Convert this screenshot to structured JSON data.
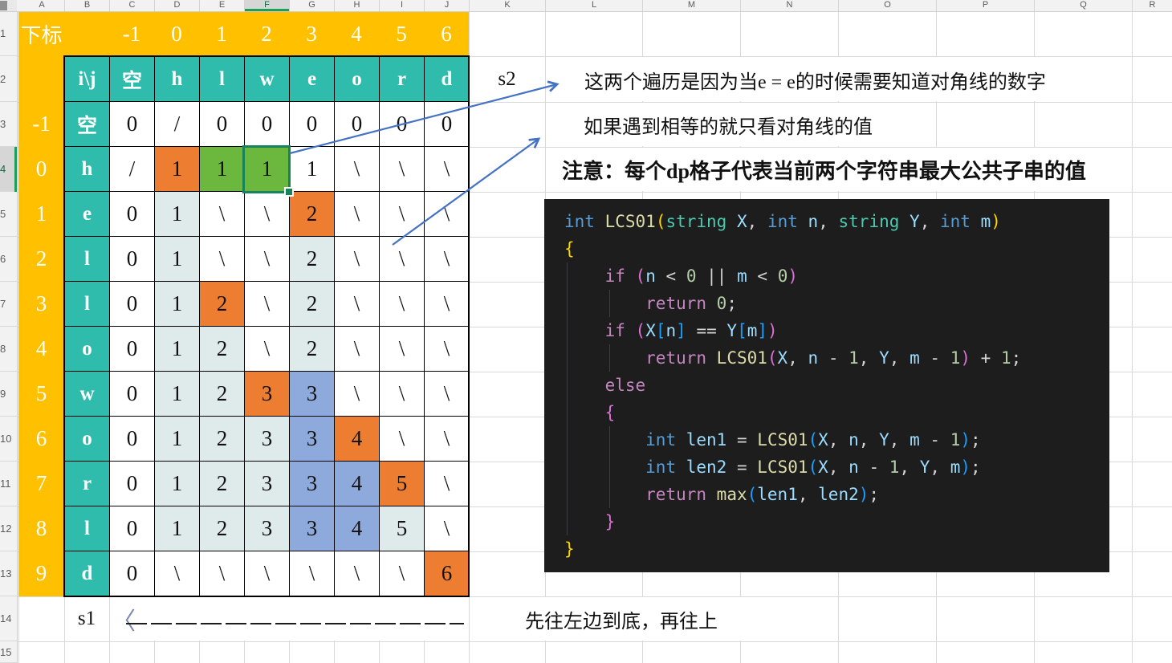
{
  "sheet": {
    "selected_cell": "F4",
    "column_headers": [
      "A",
      "B",
      "C",
      "D",
      "E",
      "F",
      "G",
      "H",
      "I",
      "J",
      "K",
      "L",
      "M",
      "N",
      "O",
      "P",
      "Q",
      "R"
    ],
    "selected_column": "F",
    "row_headers": [
      "1",
      "2",
      "3",
      "4",
      "5",
      "6",
      "7",
      "8",
      "9",
      "10",
      "11",
      "12",
      "13",
      "14",
      "15"
    ],
    "selected_row": "4"
  },
  "index_header": {
    "label": "下标",
    "values": [
      "-1",
      "0",
      "1",
      "2",
      "3",
      "4",
      "5",
      "6"
    ]
  },
  "index_column": [
    "-1",
    "0",
    "1",
    "2",
    "3",
    "4",
    "5",
    "6",
    "7",
    "8",
    "9"
  ],
  "dp_table": {
    "corner": "i\\j",
    "col_letters": [
      "空",
      "h",
      "l",
      "w",
      "e",
      "o",
      "r",
      "d"
    ],
    "rows": [
      {
        "letter": "空",
        "cells": [
          [
            "0",
            "w"
          ],
          [
            "/",
            "w"
          ],
          [
            "0",
            "w"
          ],
          [
            "0",
            "w"
          ],
          [
            "0",
            "w"
          ],
          [
            "0",
            "w"
          ],
          [
            "0",
            "w"
          ],
          [
            "0",
            "w"
          ]
        ]
      },
      {
        "letter": "h",
        "cells": [
          [
            "/",
            "w"
          ],
          [
            "1",
            "o"
          ],
          [
            "1",
            "g"
          ],
          [
            "1",
            "g"
          ],
          [
            "1",
            "w"
          ],
          [
            "\\",
            "w"
          ],
          [
            "\\",
            "w"
          ],
          [
            "\\",
            "w"
          ]
        ]
      },
      {
        "letter": "e",
        "cells": [
          [
            "0",
            "w"
          ],
          [
            "1",
            "l"
          ],
          [
            "\\",
            "w"
          ],
          [
            "\\",
            "w"
          ],
          [
            "2",
            "o"
          ],
          [
            "\\",
            "w"
          ],
          [
            "\\",
            "w"
          ],
          [
            "\\",
            "w"
          ]
        ]
      },
      {
        "letter": "l",
        "cells": [
          [
            "0",
            "w"
          ],
          [
            "1",
            "l"
          ],
          [
            "\\",
            "w"
          ],
          [
            "\\",
            "w"
          ],
          [
            "2",
            "l"
          ],
          [
            "\\",
            "w"
          ],
          [
            "\\",
            "w"
          ],
          [
            "\\",
            "w"
          ]
        ]
      },
      {
        "letter": "l",
        "cells": [
          [
            "0",
            "w"
          ],
          [
            "1",
            "l"
          ],
          [
            "2",
            "o"
          ],
          [
            "\\",
            "w"
          ],
          [
            "2",
            "l"
          ],
          [
            "\\",
            "w"
          ],
          [
            "\\",
            "w"
          ],
          [
            "\\",
            "w"
          ]
        ]
      },
      {
        "letter": "o",
        "cells": [
          [
            "0",
            "w"
          ],
          [
            "1",
            "l"
          ],
          [
            "2",
            "l"
          ],
          [
            "\\",
            "w"
          ],
          [
            "2",
            "l"
          ],
          [
            "\\",
            "w"
          ],
          [
            "\\",
            "w"
          ],
          [
            "\\",
            "w"
          ]
        ]
      },
      {
        "letter": "w",
        "cells": [
          [
            "0",
            "w"
          ],
          [
            "1",
            "l"
          ],
          [
            "2",
            "l"
          ],
          [
            "3",
            "o"
          ],
          [
            "3",
            "p"
          ],
          [
            "\\",
            "w"
          ],
          [
            "\\",
            "w"
          ],
          [
            "\\",
            "w"
          ]
        ]
      },
      {
        "letter": "o",
        "cells": [
          [
            "0",
            "w"
          ],
          [
            "1",
            "l"
          ],
          [
            "2",
            "l"
          ],
          [
            "3",
            "l"
          ],
          [
            "3",
            "p"
          ],
          [
            "4",
            "o"
          ],
          [
            "\\",
            "w"
          ],
          [
            "\\",
            "w"
          ]
        ]
      },
      {
        "letter": "r",
        "cells": [
          [
            "0",
            "w"
          ],
          [
            "1",
            "l"
          ],
          [
            "2",
            "l"
          ],
          [
            "3",
            "l"
          ],
          [
            "3",
            "p"
          ],
          [
            "4",
            "p"
          ],
          [
            "5",
            "o"
          ],
          [
            "\\",
            "w"
          ]
        ]
      },
      {
        "letter": "l",
        "cells": [
          [
            "0",
            "w"
          ],
          [
            "1",
            "l"
          ],
          [
            "2",
            "l"
          ],
          [
            "3",
            "l"
          ],
          [
            "3",
            "p"
          ],
          [
            "4",
            "p"
          ],
          [
            "5",
            "l"
          ],
          [
            "\\",
            "w"
          ]
        ]
      },
      {
        "letter": "d",
        "cells": [
          [
            "0",
            "w"
          ],
          [
            "\\",
            "w"
          ],
          [
            "\\",
            "w"
          ],
          [
            "\\",
            "w"
          ],
          [
            "\\",
            "w"
          ],
          [
            "\\",
            "w"
          ],
          [
            "\\",
            "w"
          ],
          [
            "6",
            "o"
          ]
        ]
      }
    ]
  },
  "labels": {
    "s1": "s1",
    "s2": "s2"
  },
  "annotations": {
    "note1": "这两个遍历是因为当e = e的时候需要知道对角线的数字",
    "note2": "如果遇到相等的就只看对角线的值",
    "note3": "注意：每个dp格子代表当前两个字符串最大公共子串的值",
    "bottom": "先往左边到底，再往上"
  },
  "code": {
    "lines": [
      [
        [
          "int",
          "kb"
        ],
        [
          " ",
          "pl"
        ],
        [
          "LCS01",
          "fn"
        ],
        [
          "(",
          "b1"
        ],
        [
          "string",
          "kt"
        ],
        [
          " ",
          "pl"
        ],
        [
          "X",
          "v"
        ],
        [
          ",",
          "op"
        ],
        [
          " ",
          "pl"
        ],
        [
          "int",
          "kb"
        ],
        [
          " ",
          "pl"
        ],
        [
          "n",
          "v"
        ],
        [
          ",",
          "op"
        ],
        [
          " ",
          "pl"
        ],
        [
          "string",
          "kt"
        ],
        [
          " ",
          "pl"
        ],
        [
          "Y",
          "v"
        ],
        [
          ",",
          "op"
        ],
        [
          " ",
          "pl"
        ],
        [
          "int",
          "kb"
        ],
        [
          " ",
          "pl"
        ],
        [
          "m",
          "v"
        ],
        [
          ")",
          "b1"
        ]
      ],
      [
        [
          "{",
          "b1"
        ]
      ],
      [
        [
          "    ",
          "pl"
        ],
        [
          "if",
          "kc"
        ],
        [
          " ",
          "pl"
        ],
        [
          "(",
          "b2"
        ],
        [
          "n",
          "v"
        ],
        [
          " ",
          "pl"
        ],
        [
          "<",
          "op"
        ],
        [
          " ",
          "pl"
        ],
        [
          "0",
          "n"
        ],
        [
          " ",
          "pl"
        ],
        [
          "||",
          "op"
        ],
        [
          " ",
          "pl"
        ],
        [
          "m",
          "v"
        ],
        [
          " ",
          "pl"
        ],
        [
          "<",
          "op"
        ],
        [
          " ",
          "pl"
        ],
        [
          "0",
          "n"
        ],
        [
          ")",
          "b2"
        ]
      ],
      [
        [
          "        ",
          "pl"
        ],
        [
          "return",
          "kc"
        ],
        [
          " ",
          "pl"
        ],
        [
          "0",
          "n"
        ],
        [
          ";",
          "op"
        ]
      ],
      [
        [
          "    ",
          "pl"
        ],
        [
          "if",
          "kc"
        ],
        [
          " ",
          "pl"
        ],
        [
          "(",
          "b2"
        ],
        [
          "X",
          "v"
        ],
        [
          "[",
          "b3"
        ],
        [
          "n",
          "v"
        ],
        [
          "]",
          "b3"
        ],
        [
          " ",
          "pl"
        ],
        [
          "==",
          "op"
        ],
        [
          " ",
          "pl"
        ],
        [
          "Y",
          "v"
        ],
        [
          "[",
          "b3"
        ],
        [
          "m",
          "v"
        ],
        [
          "]",
          "b3"
        ],
        [
          ")",
          "b2"
        ]
      ],
      [
        [
          "        ",
          "pl"
        ],
        [
          "return",
          "kc"
        ],
        [
          " ",
          "pl"
        ],
        [
          "LCS01",
          "fn"
        ],
        [
          "(",
          "b2"
        ],
        [
          "X",
          "v"
        ],
        [
          ",",
          "op"
        ],
        [
          " ",
          "pl"
        ],
        [
          "n",
          "v"
        ],
        [
          " ",
          "pl"
        ],
        [
          "-",
          "op"
        ],
        [
          " ",
          "pl"
        ],
        [
          "1",
          "n"
        ],
        [
          ",",
          "op"
        ],
        [
          " ",
          "pl"
        ],
        [
          "Y",
          "v"
        ],
        [
          ",",
          "op"
        ],
        [
          " ",
          "pl"
        ],
        [
          "m",
          "v"
        ],
        [
          " ",
          "pl"
        ],
        [
          "-",
          "op"
        ],
        [
          " ",
          "pl"
        ],
        [
          "1",
          "n"
        ],
        [
          ")",
          "b2"
        ],
        [
          " ",
          "pl"
        ],
        [
          "+",
          "op"
        ],
        [
          " ",
          "pl"
        ],
        [
          "1",
          "n"
        ],
        [
          ";",
          "op"
        ]
      ],
      [
        [
          "    ",
          "pl"
        ],
        [
          "else",
          "kc"
        ]
      ],
      [
        [
          "    ",
          "pl"
        ],
        [
          "{",
          "b2"
        ]
      ],
      [
        [
          "        ",
          "pl"
        ],
        [
          "int",
          "kb"
        ],
        [
          " ",
          "pl"
        ],
        [
          "len1",
          "v"
        ],
        [
          " ",
          "pl"
        ],
        [
          "=",
          "op"
        ],
        [
          " ",
          "pl"
        ],
        [
          "LCS01",
          "fn"
        ],
        [
          "(",
          "b3"
        ],
        [
          "X",
          "v"
        ],
        [
          ",",
          "op"
        ],
        [
          " ",
          "pl"
        ],
        [
          "n",
          "v"
        ],
        [
          ",",
          "op"
        ],
        [
          " ",
          "pl"
        ],
        [
          "Y",
          "v"
        ],
        [
          ",",
          "op"
        ],
        [
          " ",
          "pl"
        ],
        [
          "m",
          "v"
        ],
        [
          " ",
          "pl"
        ],
        [
          "-",
          "op"
        ],
        [
          " ",
          "pl"
        ],
        [
          "1",
          "n"
        ],
        [
          ")",
          "b3"
        ],
        [
          ";",
          "op"
        ]
      ],
      [
        [
          "        ",
          "pl"
        ],
        [
          "int",
          "kb"
        ],
        [
          " ",
          "pl"
        ],
        [
          "len2",
          "v"
        ],
        [
          " ",
          "pl"
        ],
        [
          "=",
          "op"
        ],
        [
          " ",
          "pl"
        ],
        [
          "LCS01",
          "fn"
        ],
        [
          "(",
          "b3"
        ],
        [
          "X",
          "v"
        ],
        [
          ",",
          "op"
        ],
        [
          " ",
          "pl"
        ],
        [
          "n",
          "v"
        ],
        [
          " ",
          "pl"
        ],
        [
          "-",
          "op"
        ],
        [
          " ",
          "pl"
        ],
        [
          "1",
          "n"
        ],
        [
          ",",
          "op"
        ],
        [
          " ",
          "pl"
        ],
        [
          "Y",
          "v"
        ],
        [
          ",",
          "op"
        ],
        [
          " ",
          "pl"
        ],
        [
          "m",
          "v"
        ],
        [
          ")",
          "b3"
        ],
        [
          ";",
          "op"
        ]
      ],
      [
        [
          "        ",
          "pl"
        ],
        [
          "return",
          "kc"
        ],
        [
          " ",
          "pl"
        ],
        [
          "max",
          "fn"
        ],
        [
          "(",
          "b3"
        ],
        [
          "len1",
          "v"
        ],
        [
          ",",
          "op"
        ],
        [
          " ",
          "pl"
        ],
        [
          "len2",
          "v"
        ],
        [
          ")",
          "b3"
        ],
        [
          ";",
          "op"
        ]
      ],
      [
        [
          "    ",
          "pl"
        ],
        [
          "}",
          "b2"
        ]
      ],
      [
        [
          "}",
          "b1"
        ]
      ]
    ]
  },
  "colors": {
    "accent_yellow": "#FFC000",
    "accent_teal": "#30BCAC",
    "accent_orange": "#ED7D31",
    "accent_green": "#6CB83F",
    "selection_green": "#17835A",
    "cell_light": "#DFEAEA",
    "cell_periwinkle": "#8EA9DB",
    "arrow_blue": "#4472C4",
    "code_background": "#1d1d1d"
  }
}
